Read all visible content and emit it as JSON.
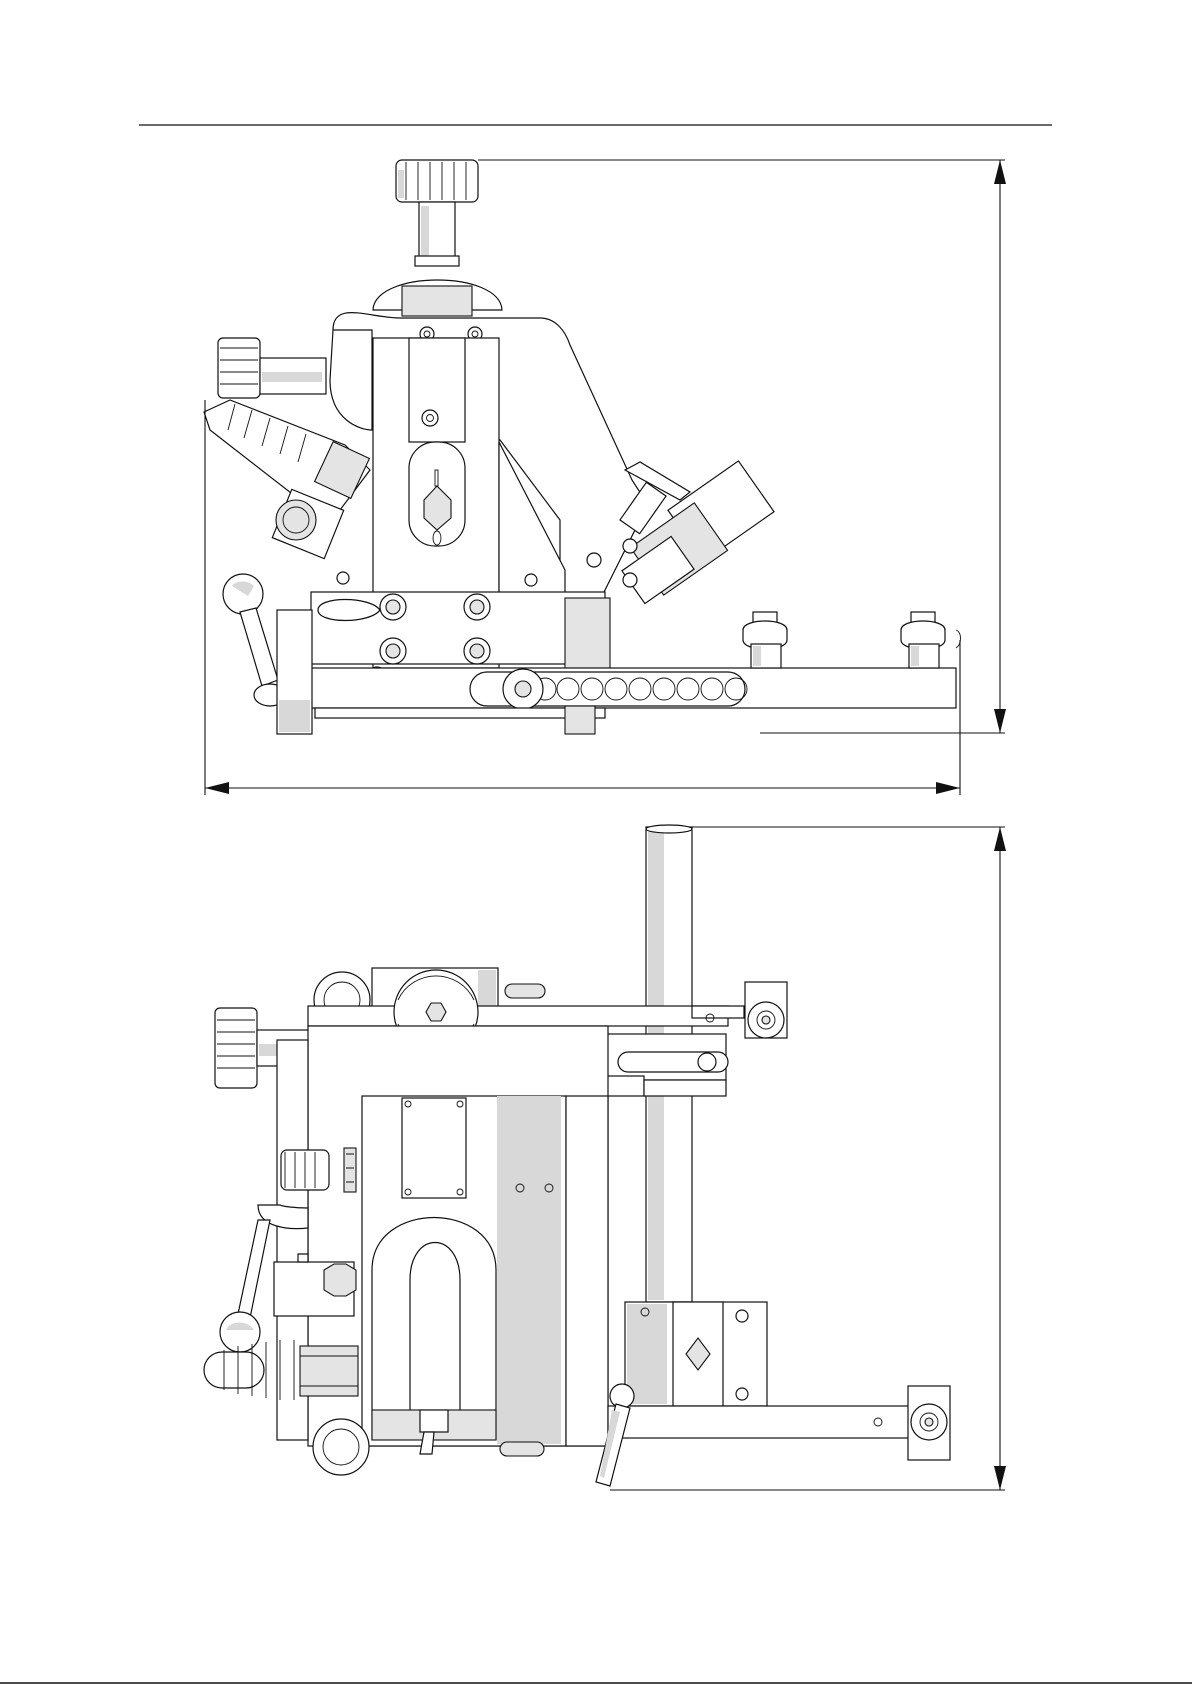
{
  "page": {
    "header_rule": true,
    "footer_rule": true
  },
  "views": [
    {
      "id": "side-view",
      "dimensions": [
        "overall-length",
        "overall-height"
      ]
    },
    {
      "id": "top-view",
      "dimensions": [
        "overall-depth"
      ]
    }
  ],
  "colors": {
    "line": "#111111",
    "shade": "#d8d8d8",
    "paper": "#ffffff"
  }
}
